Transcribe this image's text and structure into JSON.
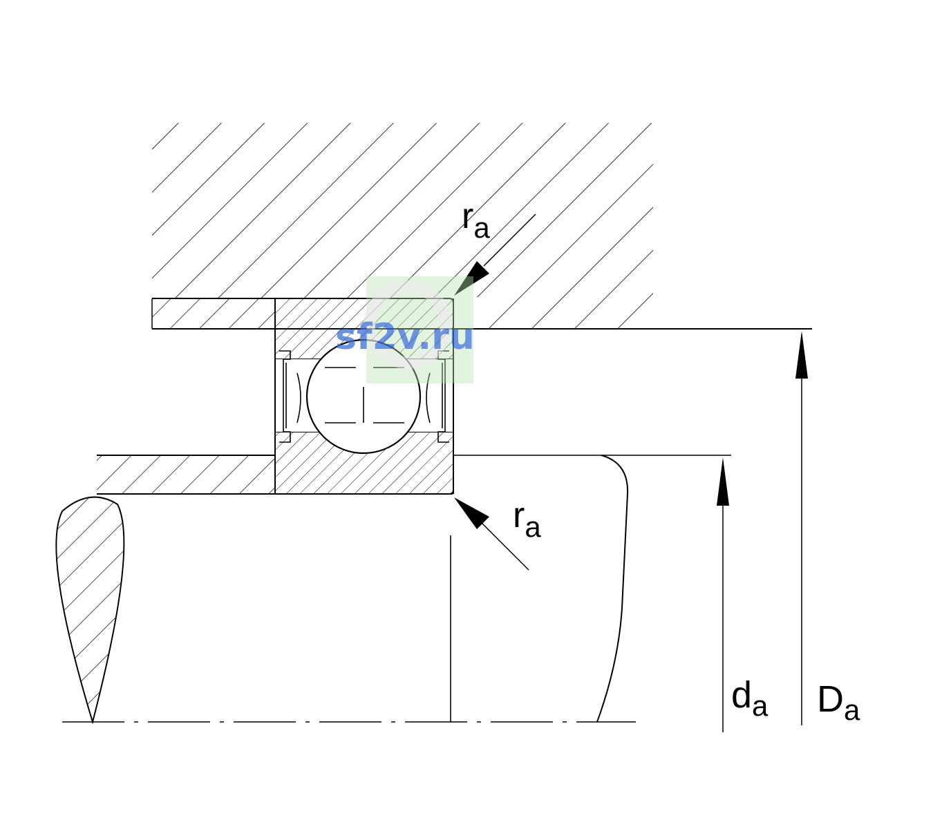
{
  "labels": {
    "ra_top": {
      "main": "r",
      "sub": "a"
    },
    "ra_bottom": {
      "main": "r",
      "sub": "a"
    },
    "da": {
      "main": "d",
      "sub": "a"
    },
    "Da": {
      "main": "D",
      "sub": "a"
    }
  },
  "watermark": {
    "text": "sf2v.ru"
  },
  "colors": {
    "line": "#000000",
    "background": "#ffffff",
    "watermark_text": "#3b6fd4",
    "watermark_box": "#b9e4b0"
  }
}
